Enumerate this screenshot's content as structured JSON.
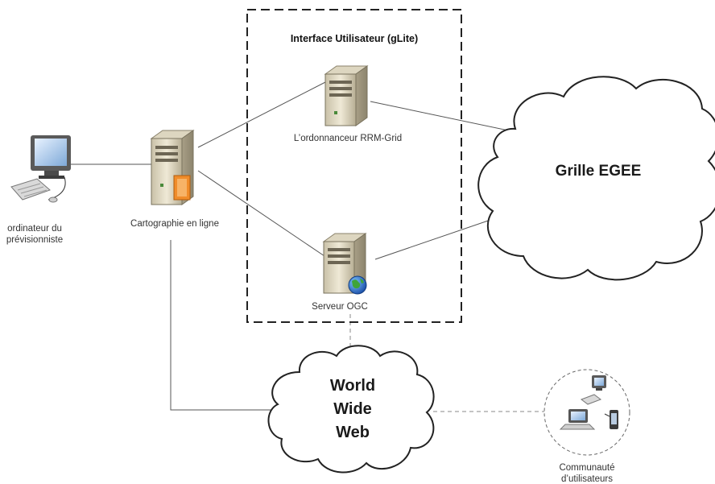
{
  "diagram": {
    "gateway_box_title": "Interface Utilisateur (gLite)",
    "nodes": {
      "forecaster_computer": {
        "label_line1": "ordinateur du",
        "label_line2": "prévisionniste",
        "icon": "desktop-computer-icon"
      },
      "online_mapping": {
        "label": "Cartographie en ligne",
        "icon": "server-icon"
      },
      "scheduler": {
        "label": "L’ordonnanceur RRM-Grid",
        "icon": "server-icon"
      },
      "ogc_server": {
        "label": "Serveur OGC",
        "icon": "server-globe-icon"
      },
      "egee_grid": {
        "label": "Grille EGEE",
        "icon": "cloud-icon"
      },
      "www": {
        "line1": "World",
        "line2": "Wide",
        "line3": "Web",
        "icon": "cloud-icon"
      },
      "users_community": {
        "label_line1": "Communauté",
        "label_line2": "d’utilisateurs",
        "icon": "devices-icon"
      }
    }
  }
}
